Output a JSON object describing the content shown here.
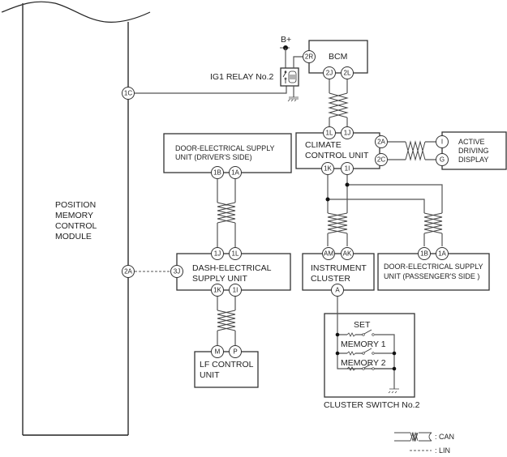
{
  "diagram": {
    "title": "Position Memory Control System Wiring",
    "components": {
      "pmcm": {
        "label": [
          "POSITION",
          "MEMORY",
          "CONTROL",
          "MODULE"
        ],
        "pins": [
          "1C",
          "2A"
        ]
      },
      "bcm": {
        "label": "BCM",
        "pins": [
          "2R",
          "2J",
          "2L"
        ]
      },
      "relay": {
        "label": "IG1 RELAY No.2"
      },
      "power": {
        "label": "B+"
      },
      "climate": {
        "label": [
          "CLIMATE",
          "CONTROL UNIT"
        ],
        "pins": [
          "1L",
          "1J",
          "2A",
          "2C",
          "1K",
          "1I"
        ]
      },
      "add": {
        "label": [
          "ACTIVE",
          "DRIVING",
          "DISPLAY"
        ],
        "pins": [
          "I",
          "G"
        ]
      },
      "door_driver": {
        "label": [
          "DOOR-ELECTRICAL SUPPLY",
          "UNIT (DRIVER'S SIDE)"
        ],
        "pins": [
          "1B",
          "1A"
        ]
      },
      "dash": {
        "label": [
          "DASH-ELECTRICAL",
          "SUPPLY UNIT"
        ],
        "pins": [
          "1J",
          "1L",
          "3J",
          "1K",
          "1I"
        ]
      },
      "lf": {
        "label": [
          "LF CONTROL",
          "UNIT"
        ],
        "pins": [
          "M",
          "P"
        ]
      },
      "cluster": {
        "label": [
          "INSTRUMENT",
          "CLUSTER"
        ],
        "pins": [
          "AM",
          "AK",
          "A"
        ]
      },
      "door_pass": {
        "label": [
          "DOOR-ELECTRICAL SUPPLY",
          "UNIT (PASSENGER'S SIDE )"
        ],
        "pins": [
          "1B",
          "1A"
        ]
      },
      "cluster_switch": {
        "label": "CLUSTER SWITCH No.2",
        "switches": [
          "SET",
          "MEMORY 1",
          "MEMORY 2"
        ]
      }
    },
    "legend": [
      {
        "symbol": "twisted-pair",
        "label": ": CAN"
      },
      {
        "symbol": "dashed-line",
        "label": ": LIN"
      }
    ]
  }
}
